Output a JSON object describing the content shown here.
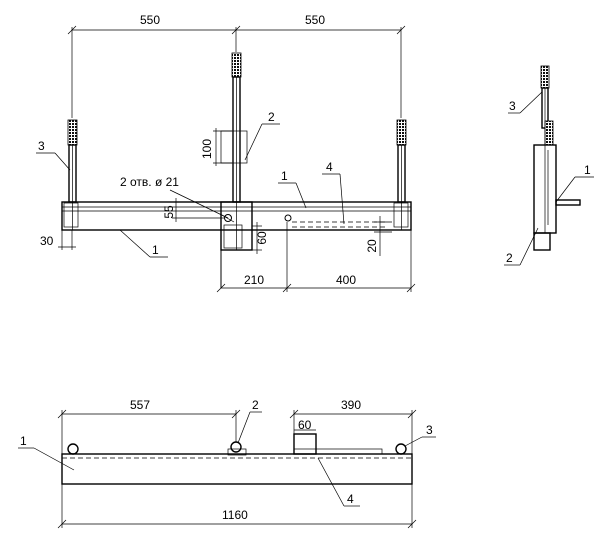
{
  "front_view": {
    "dim_left_span": "550",
    "dim_right_span": "550",
    "dim_height_100": "100",
    "dim_edge_30": "30",
    "dim_55": "55",
    "dim_60": "60",
    "dim_20": "20",
    "dim_210": "210",
    "dim_400": "400",
    "holes_note": "2 отв. ø 21",
    "callout_1a": "1",
    "callout_1b": "1",
    "callout_2": "2",
    "callout_3": "3",
    "callout_4": "4"
  },
  "side_view": {
    "callout_1": "1",
    "callout_2": "2",
    "callout_3": "3"
  },
  "top_view": {
    "dim_557": "557",
    "dim_390": "390",
    "dim_60": "60",
    "dim_1160": "1160",
    "callout_1": "1",
    "callout_2": "2",
    "callout_3": "3",
    "callout_4": "4"
  }
}
